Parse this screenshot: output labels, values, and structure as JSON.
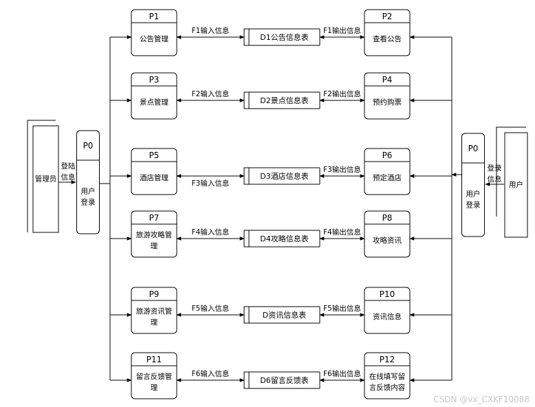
{
  "entities": {
    "admin": {
      "label": [
        "管理员"
      ]
    },
    "user": {
      "label": [
        "用户"
      ]
    }
  },
  "login_processes": {
    "left": {
      "id": "P0",
      "label": [
        "用户",
        "登录"
      ]
    },
    "right": {
      "id": "P0",
      "label": [
        "用户",
        "登录"
      ]
    }
  },
  "login_flows": {
    "left": [
      "登陆",
      "信息"
    ],
    "right": [
      "登录",
      "信息"
    ]
  },
  "rows": [
    {
      "left": {
        "id": "P1",
        "label": [
          "公告管理"
        ]
      },
      "in_flow": "F1输入信息",
      "store": "D1公告信息表",
      "out_flow": "F1输出信息",
      "right": {
        "id": "P2",
        "label": [
          "查看公告"
        ]
      }
    },
    {
      "left": {
        "id": "P3",
        "label": [
          "景点管理"
        ]
      },
      "in_flow": "F2输入信息",
      "store": "D2景点信息表",
      "out_flow": "F2输出信息",
      "right": {
        "id": "P4",
        "label": [
          "预约购票"
        ]
      }
    },
    {
      "left": {
        "id": "P5",
        "label": [
          "酒店管理"
        ]
      },
      "in_flow": "F3输入信息",
      "store": "D3酒店信息表",
      "out_flow": "F3输出信息",
      "right": {
        "id": "P6",
        "label": [
          "预定酒店"
        ]
      }
    },
    {
      "left": {
        "id": "P7",
        "label": [
          "旅游攻略管",
          "理"
        ]
      },
      "in_flow": "F4输入信息",
      "store": "D4攻略信息表",
      "out_flow": "F4输出信息",
      "right": {
        "id": "P8",
        "label": [
          "攻略资讯"
        ]
      }
    },
    {
      "left": {
        "id": "P9",
        "label": [
          "旅游资讯管",
          "理"
        ]
      },
      "in_flow": "F5输入信息",
      "store": "D资讯信息表",
      "out_flow": "F5输出信息",
      "right": {
        "id": "P10",
        "label": [
          "资讯信息"
        ]
      }
    },
    {
      "left": {
        "id": "P11",
        "label": [
          "留言反馈管",
          "理"
        ]
      },
      "in_flow": "F6输入信息",
      "store": "D6留言反馈表",
      "out_flow": "F6输出信息",
      "right": {
        "id": "P12",
        "label": [
          "在线填写留",
          "言反馈内容"
        ]
      }
    }
  ],
  "watermark": "CSDN @vx_CXKF10088"
}
